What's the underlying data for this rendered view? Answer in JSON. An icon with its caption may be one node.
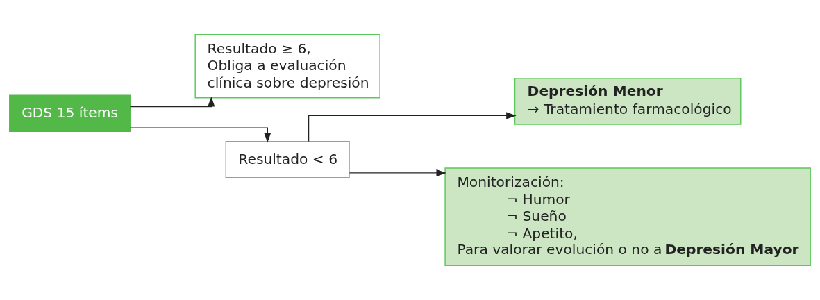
{
  "diagram": {
    "nodes": [
      {
        "text": [
          "GDS 15 ítems"
        ]
      },
      {
        "text": [
          "Resultado ≥ 6,",
          "Obliga a evaluación clínica sobre depresión"
        ]
      },
      {
        "text": [
          "Resultado < 6"
        ]
      },
      {
        "text": [
          "Depresión Menor",
          "→ Tratamiento farmacológico"
        ]
      },
      {
        "text": [
          "Monitorización:",
          "¬ Humor",
          "¬ Sueño",
          "¬ Apetito,",
          "Para valorar evolución o no a **Depresión Mayor**"
        ]
      }
    ],
    "edges": [
      {
        "from": 0,
        "to": 1,
        "arrow": "to"
      },
      {
        "from": 0,
        "to": 2,
        "arrow": "to"
      },
      {
        "from": 2,
        "to": 3,
        "arrow": "to"
      },
      {
        "from": 2,
        "to": 4,
        "arrow": "to"
      }
    ]
  }
}
